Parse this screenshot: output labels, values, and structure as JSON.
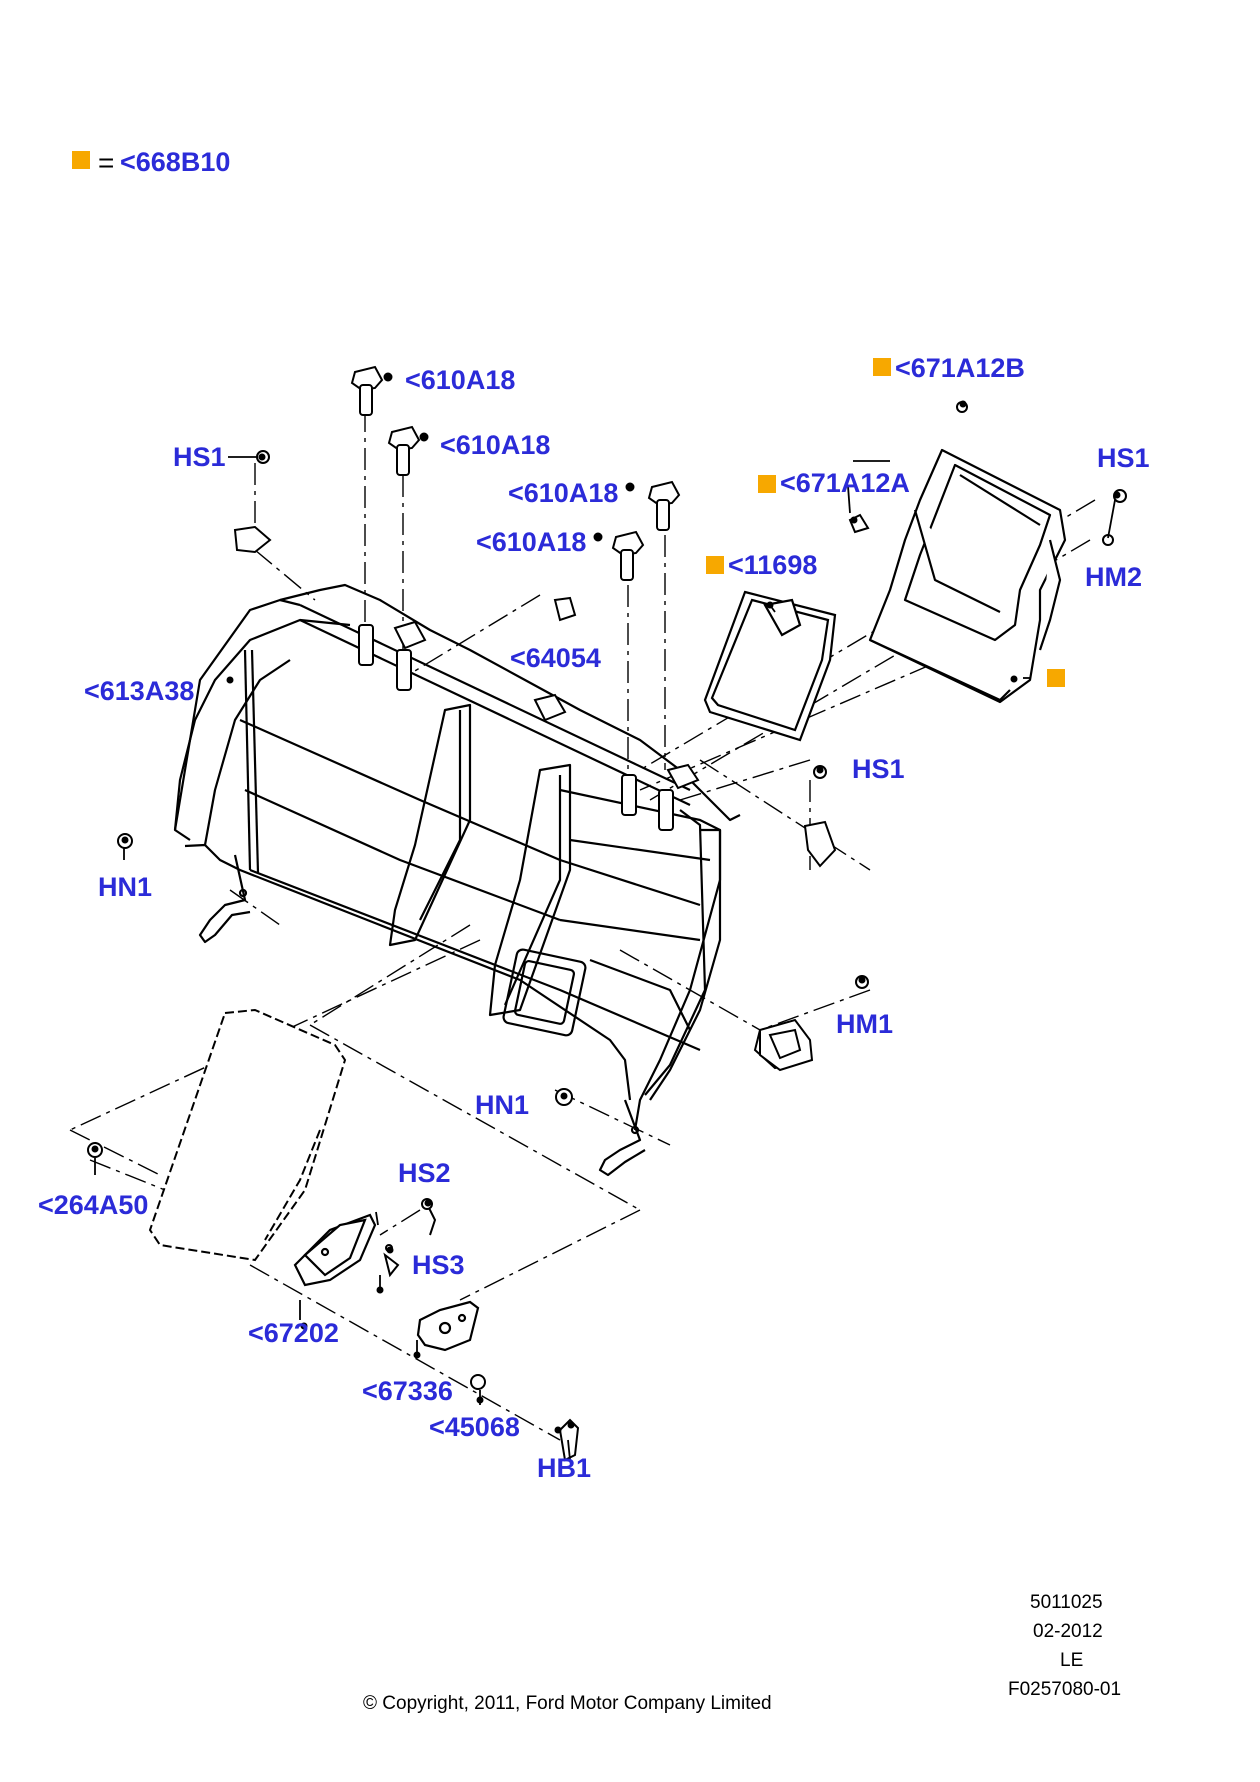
{
  "legend": {
    "eq": "=",
    "code": "<668B10",
    "marker_color": "#f7a800"
  },
  "label_color": "#2b2bd8",
  "labels": {
    "l610a18_a": "<610A18",
    "l610a18_b": "<610A18",
    "l610a18_c": "<610A18",
    "l610a18_d": "<610A18",
    "hs1_top": "HS1",
    "hs1_right": "HS1",
    "hs1_mid": "HS1",
    "l671a12b": "<671A12B",
    "l671a12a": "<671A12A",
    "l11698": "<11698",
    "hm2": "HM2",
    "l64054": "<64054",
    "l613a38": "<613A38",
    "hn1_left": "HN1",
    "hn1_center": "HN1",
    "hm1": "HM1",
    "hs2": "HS2",
    "hs3": "HS3",
    "l264a50": "<264A50",
    "l67202": "<67202",
    "l67336": "<67336",
    "l45068": "<45068",
    "hb1": "HB1"
  },
  "footer": {
    "code1": "5011025",
    "date": "02-2012",
    "variant": "LE",
    "figure": "F0257080-01",
    "copyright": "© Copyright, 2011, Ford Motor Company Limited"
  }
}
